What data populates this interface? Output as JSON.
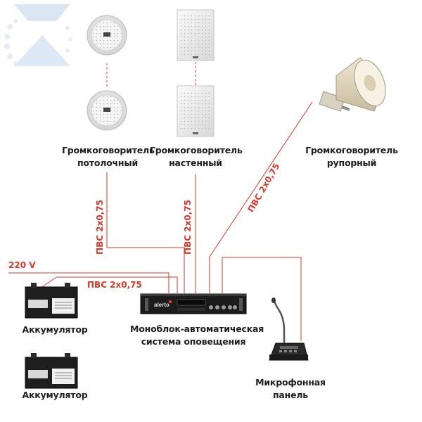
{
  "devices": {
    "ceiling_speaker": {
      "label_line1": "Громкоговоритель",
      "label_line2": "потолочный"
    },
    "wall_speaker": {
      "label_line1": "Громкоговоритель",
      "label_line2": "настенный"
    },
    "horn_speaker": {
      "label_line1": "Громкоговоритель",
      "label_line2": "рупорный"
    },
    "amplifier": {
      "label_line1": "Моноблок-автоматическая",
      "label_line2": "система оповещения",
      "brand": "alerto"
    },
    "battery_1": {
      "label": "Аккумулятор"
    },
    "battery_2": {
      "label": "Аккумулятор"
    },
    "microphone_panel": {
      "label_line1": "Микрофонная",
      "label_line2": "панель"
    }
  },
  "cables": {
    "ceiling": "ПВС 2х0,75",
    "wall": "ПВС 2х0,75",
    "horn": "ПВС 2х0,75",
    "battery": "ПВС 2х0,75",
    "mains": "220 V"
  },
  "colors": {
    "cable": "#d63a2a",
    "text": "#1f1f1f",
    "logo": "#dbe6f5"
  }
}
